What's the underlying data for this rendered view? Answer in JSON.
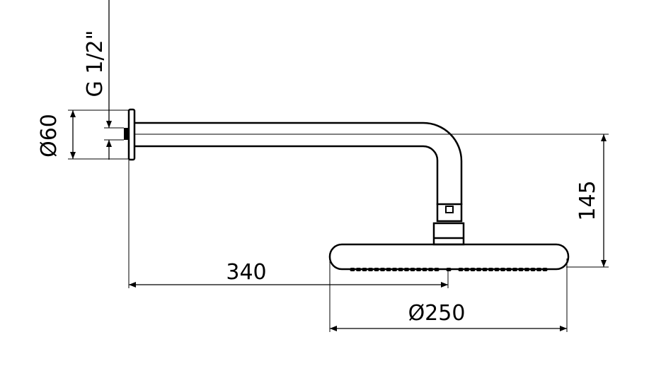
{
  "title": "Shower arm with round overhead shower head - dimensional drawing",
  "dimensions": {
    "thread": "G 1/2\"",
    "flange_diameter": "Ø60",
    "arm_drop": "145",
    "arm_projection": "340",
    "head_diameter": "Ø250"
  },
  "colors": {
    "line": "#000000",
    "background": "#ffffff"
  }
}
